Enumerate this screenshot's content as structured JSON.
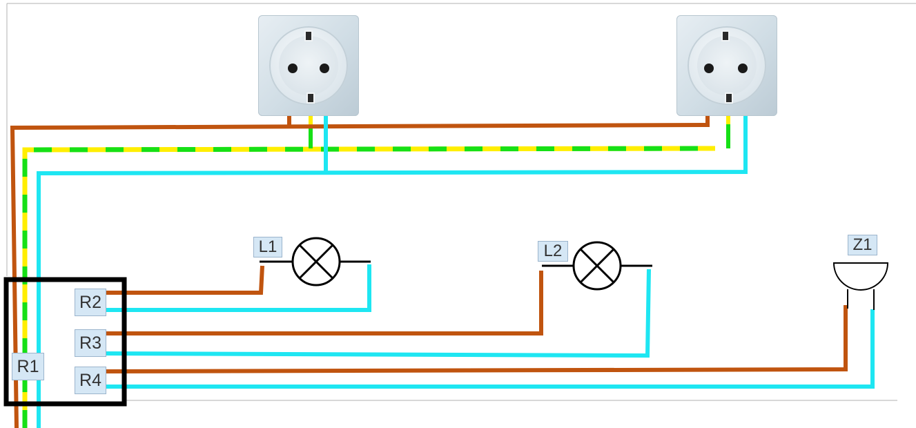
{
  "labels": {
    "R1": "R1",
    "R2": "R2",
    "R3": "R3",
    "R4": "R4",
    "L1": "L1",
    "L2": "L2",
    "Z1": "Z1"
  },
  "colors": {
    "phase": "#c0540f",
    "neutral": "#1ee6f2",
    "earth_yellow": "#ffee00",
    "earth_green": "#16e016",
    "box": "#000000",
    "symbol": "#000000",
    "label_bg": "#d5e7f5"
  },
  "components": {
    "sockets": [
      "socket-left",
      "socket-right"
    ],
    "lamps": [
      "L1",
      "L2"
    ],
    "buzzer": "Z1",
    "relay_box": "R1"
  }
}
